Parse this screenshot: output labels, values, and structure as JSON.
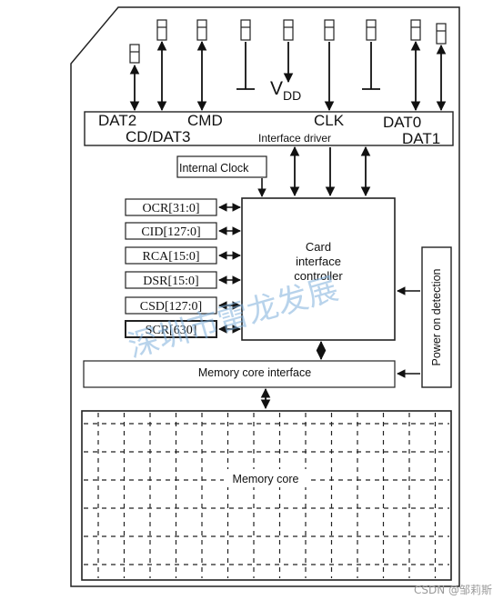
{
  "pins": {
    "dat2": "DAT2",
    "cd_dat3": "CD/DAT3",
    "cmd": "CMD",
    "vdd": "V",
    "vdd_sub": "DD",
    "clk": "CLK",
    "dat0": "DAT0",
    "dat1": "DAT1"
  },
  "interface_driver": "Interface driver",
  "internal_clock": "Internal Clock",
  "registers": [
    "OCR[31:0]",
    "CID[127:0]",
    "RCA[15:0]",
    "DSR[15:0]",
    "CSD[127:0]",
    "SCR[630]"
  ],
  "controller": {
    "line1": "Card",
    "line2": "interface",
    "line3": "controller"
  },
  "power_detection": "Power on detection",
  "memory_interface": "Memory core interface",
  "memory_core": "Memory core",
  "watermark": "深圳市雷龙发展",
  "credit": "CSDN @邹莉斯"
}
